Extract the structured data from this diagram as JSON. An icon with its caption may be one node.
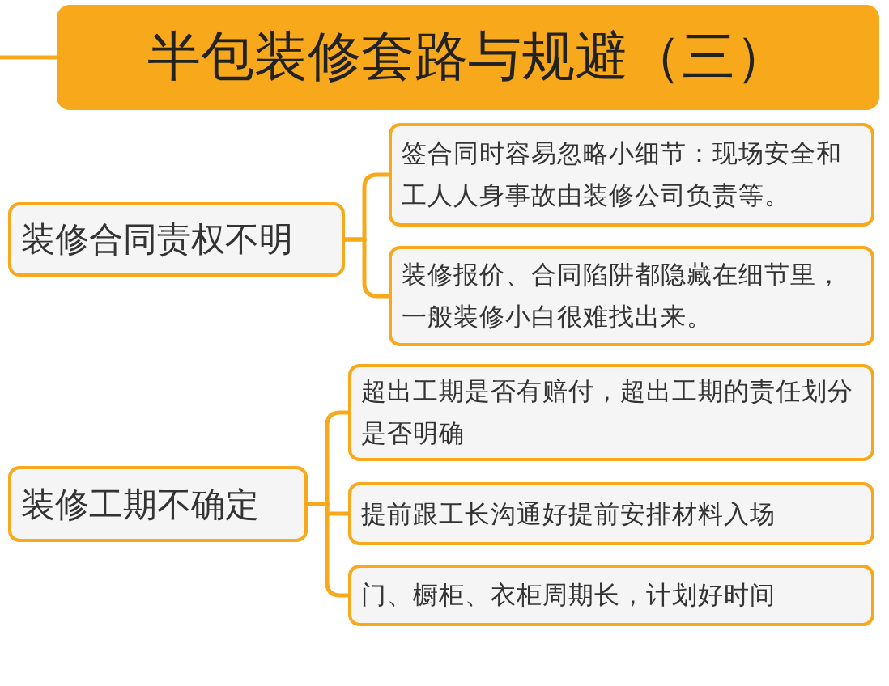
{
  "diagram": {
    "nodes": [
      {
        "text": [
          "半包装修套路与规避（三）"
        ]
      },
      {
        "text": [
          "装修合同责权不明"
        ]
      },
      {
        "text": [
          "签合同时容易忽略小细节：现场安全和工人人身事故由装修公司负责等。"
        ]
      },
      {
        "text": [
          "装修报价、合同陷阱都隐藏在细节里，一般装修小白很难找出来。"
        ]
      },
      {
        "text": [
          "装修工期不确定"
        ]
      },
      {
        "text": [
          "超出工期是否有赔付，超出工期的责任划分是否明确"
        ]
      },
      {
        "text": [
          "提前跟工长沟通好提前安排材料入场"
        ]
      },
      {
        "text": [
          "门、橱柜、衣柜周期长，计划好时间"
        ]
      }
    ],
    "edges": [
      {
        "from": null,
        "to": 0,
        "arrow": "none"
      },
      {
        "from": 1,
        "to": 2,
        "arrow": "none"
      },
      {
        "from": 1,
        "to": 3,
        "arrow": "none"
      },
      {
        "from": 4,
        "to": 5,
        "arrow": "none"
      },
      {
        "from": 4,
        "to": 6,
        "arrow": "none"
      },
      {
        "from": 4,
        "to": 7,
        "arrow": "none"
      }
    ]
  }
}
